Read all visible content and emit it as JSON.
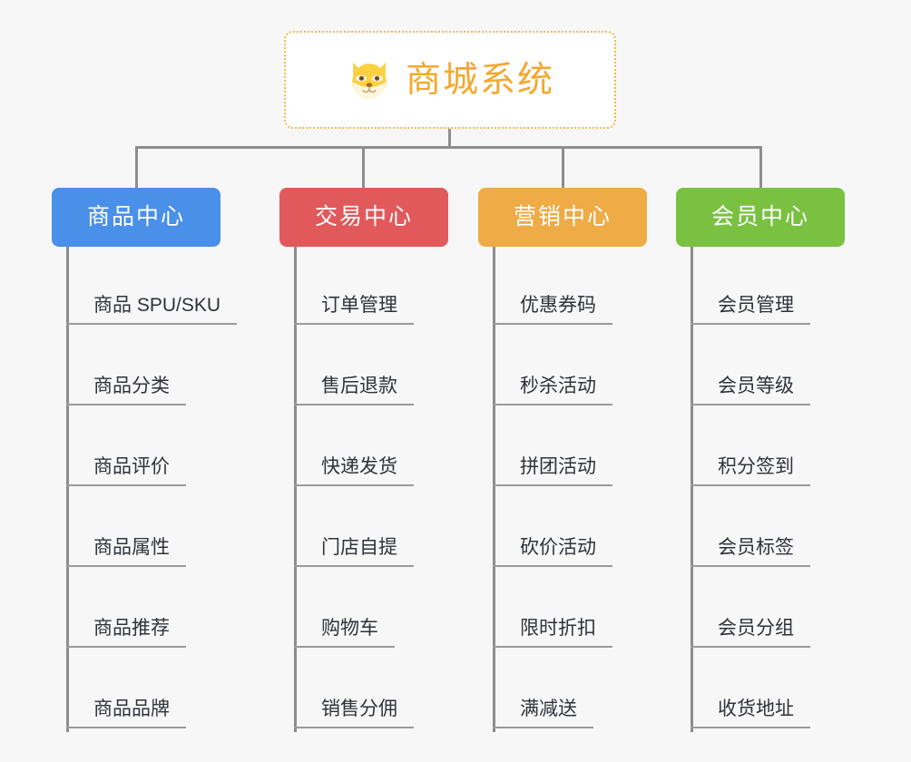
{
  "diagram": {
    "type": "mindmap-tree",
    "background_color": "#f7f7f7",
    "connector_color": "#8d8d8d",
    "root": {
      "title": "商城系统",
      "icon": "shiba-dog-icon",
      "text_color": "#f4a82e",
      "border_color": "#f0b84a",
      "background_color": "#ffffff"
    },
    "branches": [
      {
        "label": "商品中心",
        "color": "#4a90e8",
        "items": [
          "商品 SPU/SKU",
          "商品分类",
          "商品评价",
          "商品属性",
          "商品推荐",
          "商品品牌"
        ]
      },
      {
        "label": "交易中心",
        "color": "#e2595b",
        "items": [
          "订单管理",
          "售后退款",
          "快递发货",
          "门店自提",
          "购物车",
          "销售分佣"
        ]
      },
      {
        "label": "营销中心",
        "color": "#eeab46",
        "items": [
          "优惠券码",
          "秒杀活动",
          "拼团活动",
          "砍价活动",
          "限时折扣",
          "满减送"
        ]
      },
      {
        "label": "会员中心",
        "color": "#7ac142",
        "items": [
          "会员管理",
          "会员等级",
          "积分签到",
          "会员标签",
          "会员分组",
          "收货地址"
        ]
      }
    ]
  }
}
